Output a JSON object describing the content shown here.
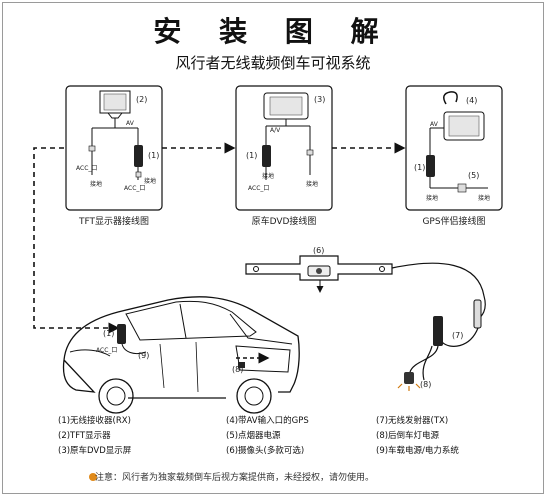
{
  "header": {
    "title": "安 装 图 解",
    "subtitle": "风行者无线载频倒车可视系统"
  },
  "panels": [
    {
      "caption": "TFT显示器接线图",
      "monitor_num": "(2)",
      "rx_num": "(1)",
      "av_label": "AV",
      "acc_label": "ACC_口",
      "gnd_label": "接地"
    },
    {
      "caption": "原车DVD接线图",
      "monitor_num": "(3)",
      "rx_num": "(1)",
      "av_label": "A/V",
      "acc_label": "ACC_口",
      "gnd_label": "接地"
    },
    {
      "caption": "GPS伴侣接线图",
      "monitor_num": "(4)",
      "rx_num": "(1)",
      "power_num": "(5)",
      "av_label": "AV",
      "gnd_label": "接地"
    }
  ],
  "components": {
    "camera_num": "(6)",
    "tx_num": "(7)",
    "tail_light_num": "(8)",
    "car_power_num": "(9)",
    "car_acc_label": "ACC_口"
  },
  "legend": [
    [
      "(1)无线接收器(RX)",
      "(2)TFT显示器",
      "(3)原车DVD显示屏"
    ],
    [
      "(4)带AV输入口的GPS",
      "(5)点烟器电源",
      "(6)摄像头(多款可选)"
    ],
    [
      "(7)无线发射器(TX)",
      "(8)后倒车灯电源",
      "(9)车载电源/电力系统"
    ]
  ],
  "note": "注意：风行者为独家载频倒车后视方案提供商，未经授权，请勿使用。"
}
